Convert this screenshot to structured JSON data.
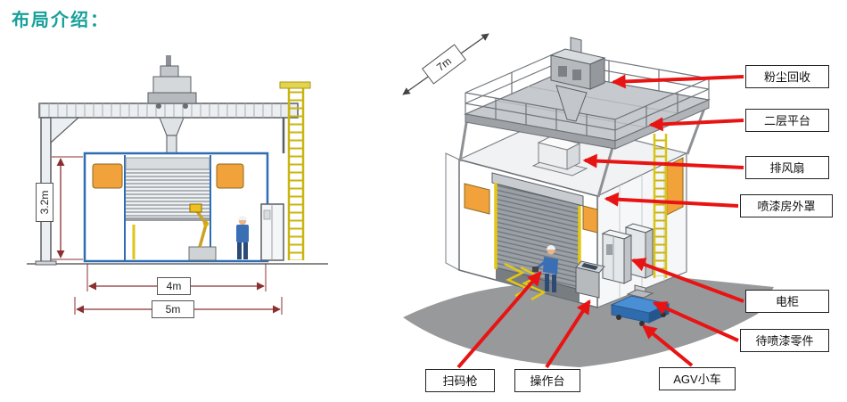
{
  "page": {
    "title": "布局介绍："
  },
  "front_view": {
    "dim_height": "3.2m",
    "dim_inner_width": "4m",
    "dim_outer_width": "5m"
  },
  "iso_view": {
    "dim_depth": "7m"
  },
  "callouts": {
    "dust_recovery": "粉尘回收",
    "upper_platform": "二层平台",
    "exhaust_fan": "排风扇",
    "booth_cover": "喷漆房外罩",
    "electrical_cabinet": "电柜",
    "parts_to_paint": "待喷漆零件",
    "barcode_scanner": "扫码枪",
    "operation_console": "操作台",
    "agv_cart": "AGV小车"
  },
  "colors": {
    "title_teal": "#18a09a",
    "arrow_red": "#e81414",
    "dimension_maroon": "#8a3030",
    "booth_outline_blue": "#2e6db4",
    "window_orange": "#f2a23a",
    "ladder_yellow": "#d8c414"
  }
}
